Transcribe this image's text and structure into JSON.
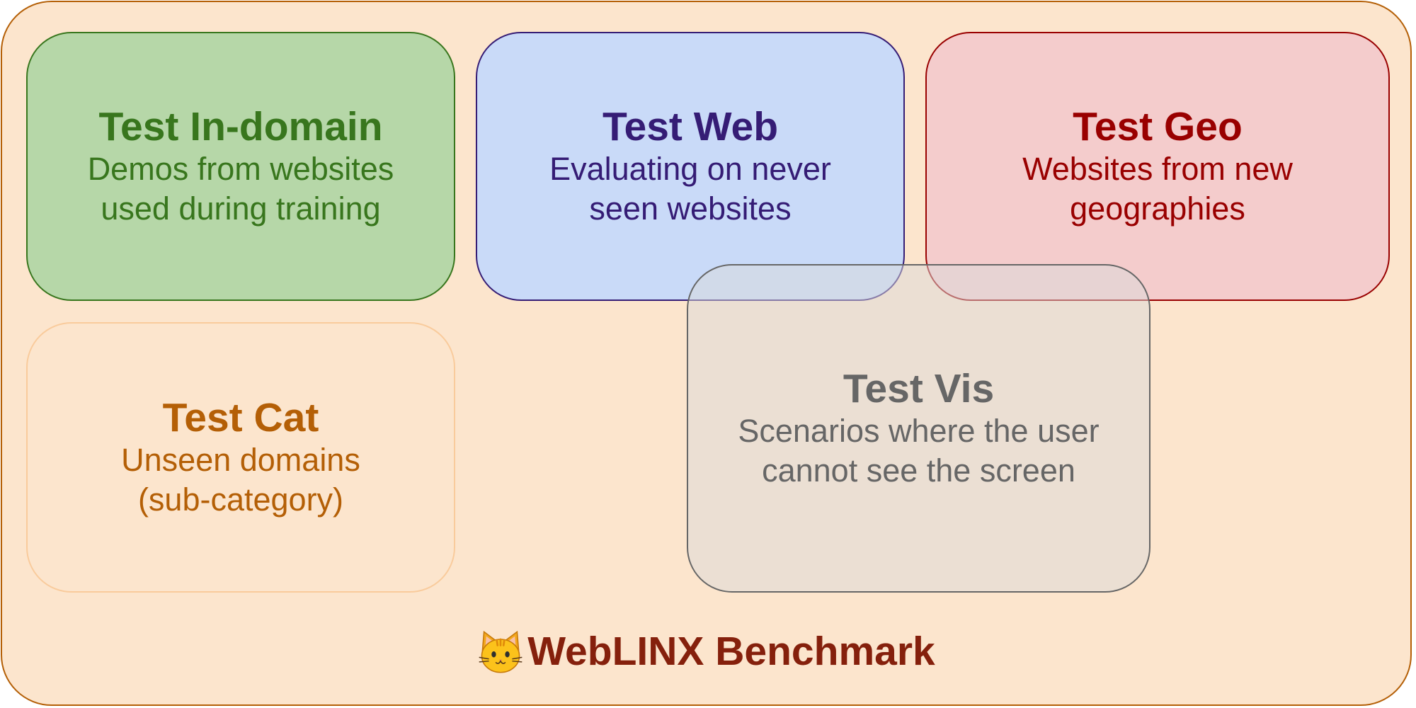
{
  "boxes": {
    "in_domain": {
      "title": "Test In-domain",
      "desc_line1": "Demos from websites",
      "desc_line2": "used during training",
      "color": "#38761d",
      "fill": "#b6d7a8"
    },
    "web": {
      "title": "Test Web",
      "desc_line1": "Evaluating on never",
      "desc_line2": "seen websites",
      "color": "#351c75",
      "fill": "#c9daf8"
    },
    "geo": {
      "title": "Test Geo",
      "desc_line1": "Websites from new",
      "desc_line2": "geographies",
      "color": "#990000",
      "fill": "#f4cccc"
    },
    "cat": {
      "title": "Test Cat",
      "desc_line1": "Unseen domains",
      "desc_line2": "(sub-category)",
      "color": "#b45f06",
      "fill": "#fce5cd"
    },
    "vis": {
      "title": "Test Vis",
      "desc_line1": "Scenarios where the user",
      "desc_line2": "cannot see the screen",
      "color": "#666666",
      "fill": "#d9d9d9"
    }
  },
  "footer": {
    "icon": "cat-face-icon",
    "title": "WebLINX Benchmark",
    "color": "#85200c"
  },
  "frame": {
    "fill": "#fce5cd",
    "border": "#b45f06"
  }
}
